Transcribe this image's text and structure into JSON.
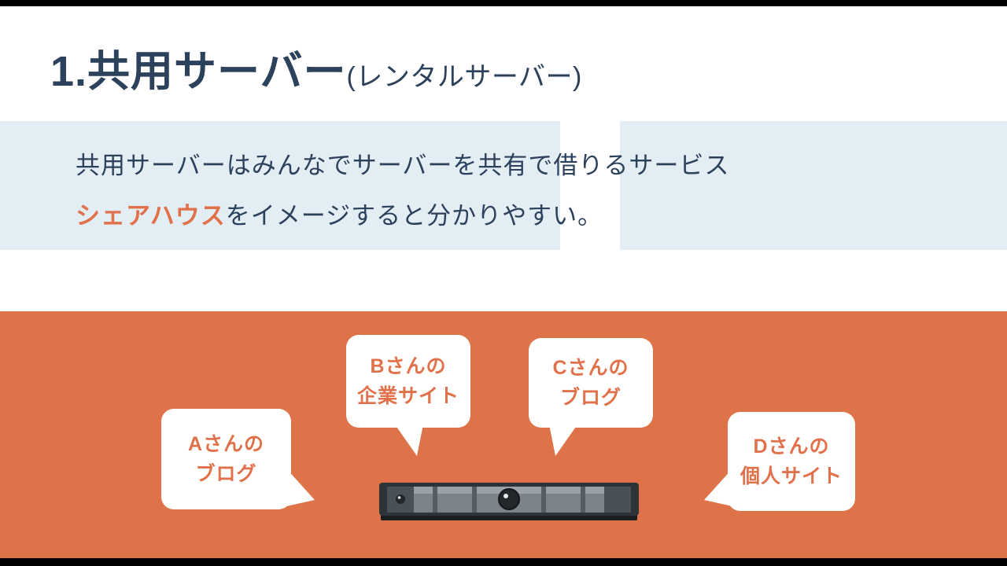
{
  "slide": {
    "title": {
      "main": "1.共用サーバー",
      "sub": "(レンタルサーバー)"
    },
    "description": {
      "line1": "共用サーバーはみんなでサーバーを共有で借りるサービス",
      "line2_highlight": "シェアハウス",
      "line2_rest": "をイメージすると分かりやすい。"
    },
    "bubbles": [
      {
        "id": "A",
        "line1": "Aさんの",
        "line2": "ブログ"
      },
      {
        "id": "B",
        "line1": "Bさんの",
        "line2": "企業サイト"
      },
      {
        "id": "C",
        "line1": "Cさんの",
        "line2": "ブログ"
      },
      {
        "id": "D",
        "line1": "Dさんの",
        "line2": "個人サイト"
      }
    ],
    "icons": {
      "server": "server-rack-icon"
    },
    "colors": {
      "navy_text": "#2B415C",
      "accent_orange": "#E0714A",
      "panel_orange": "#DE7248",
      "light_blue_band": "#E3EDF4",
      "bubble_background": "#FFFFFF",
      "letterbox": "#000000"
    }
  }
}
